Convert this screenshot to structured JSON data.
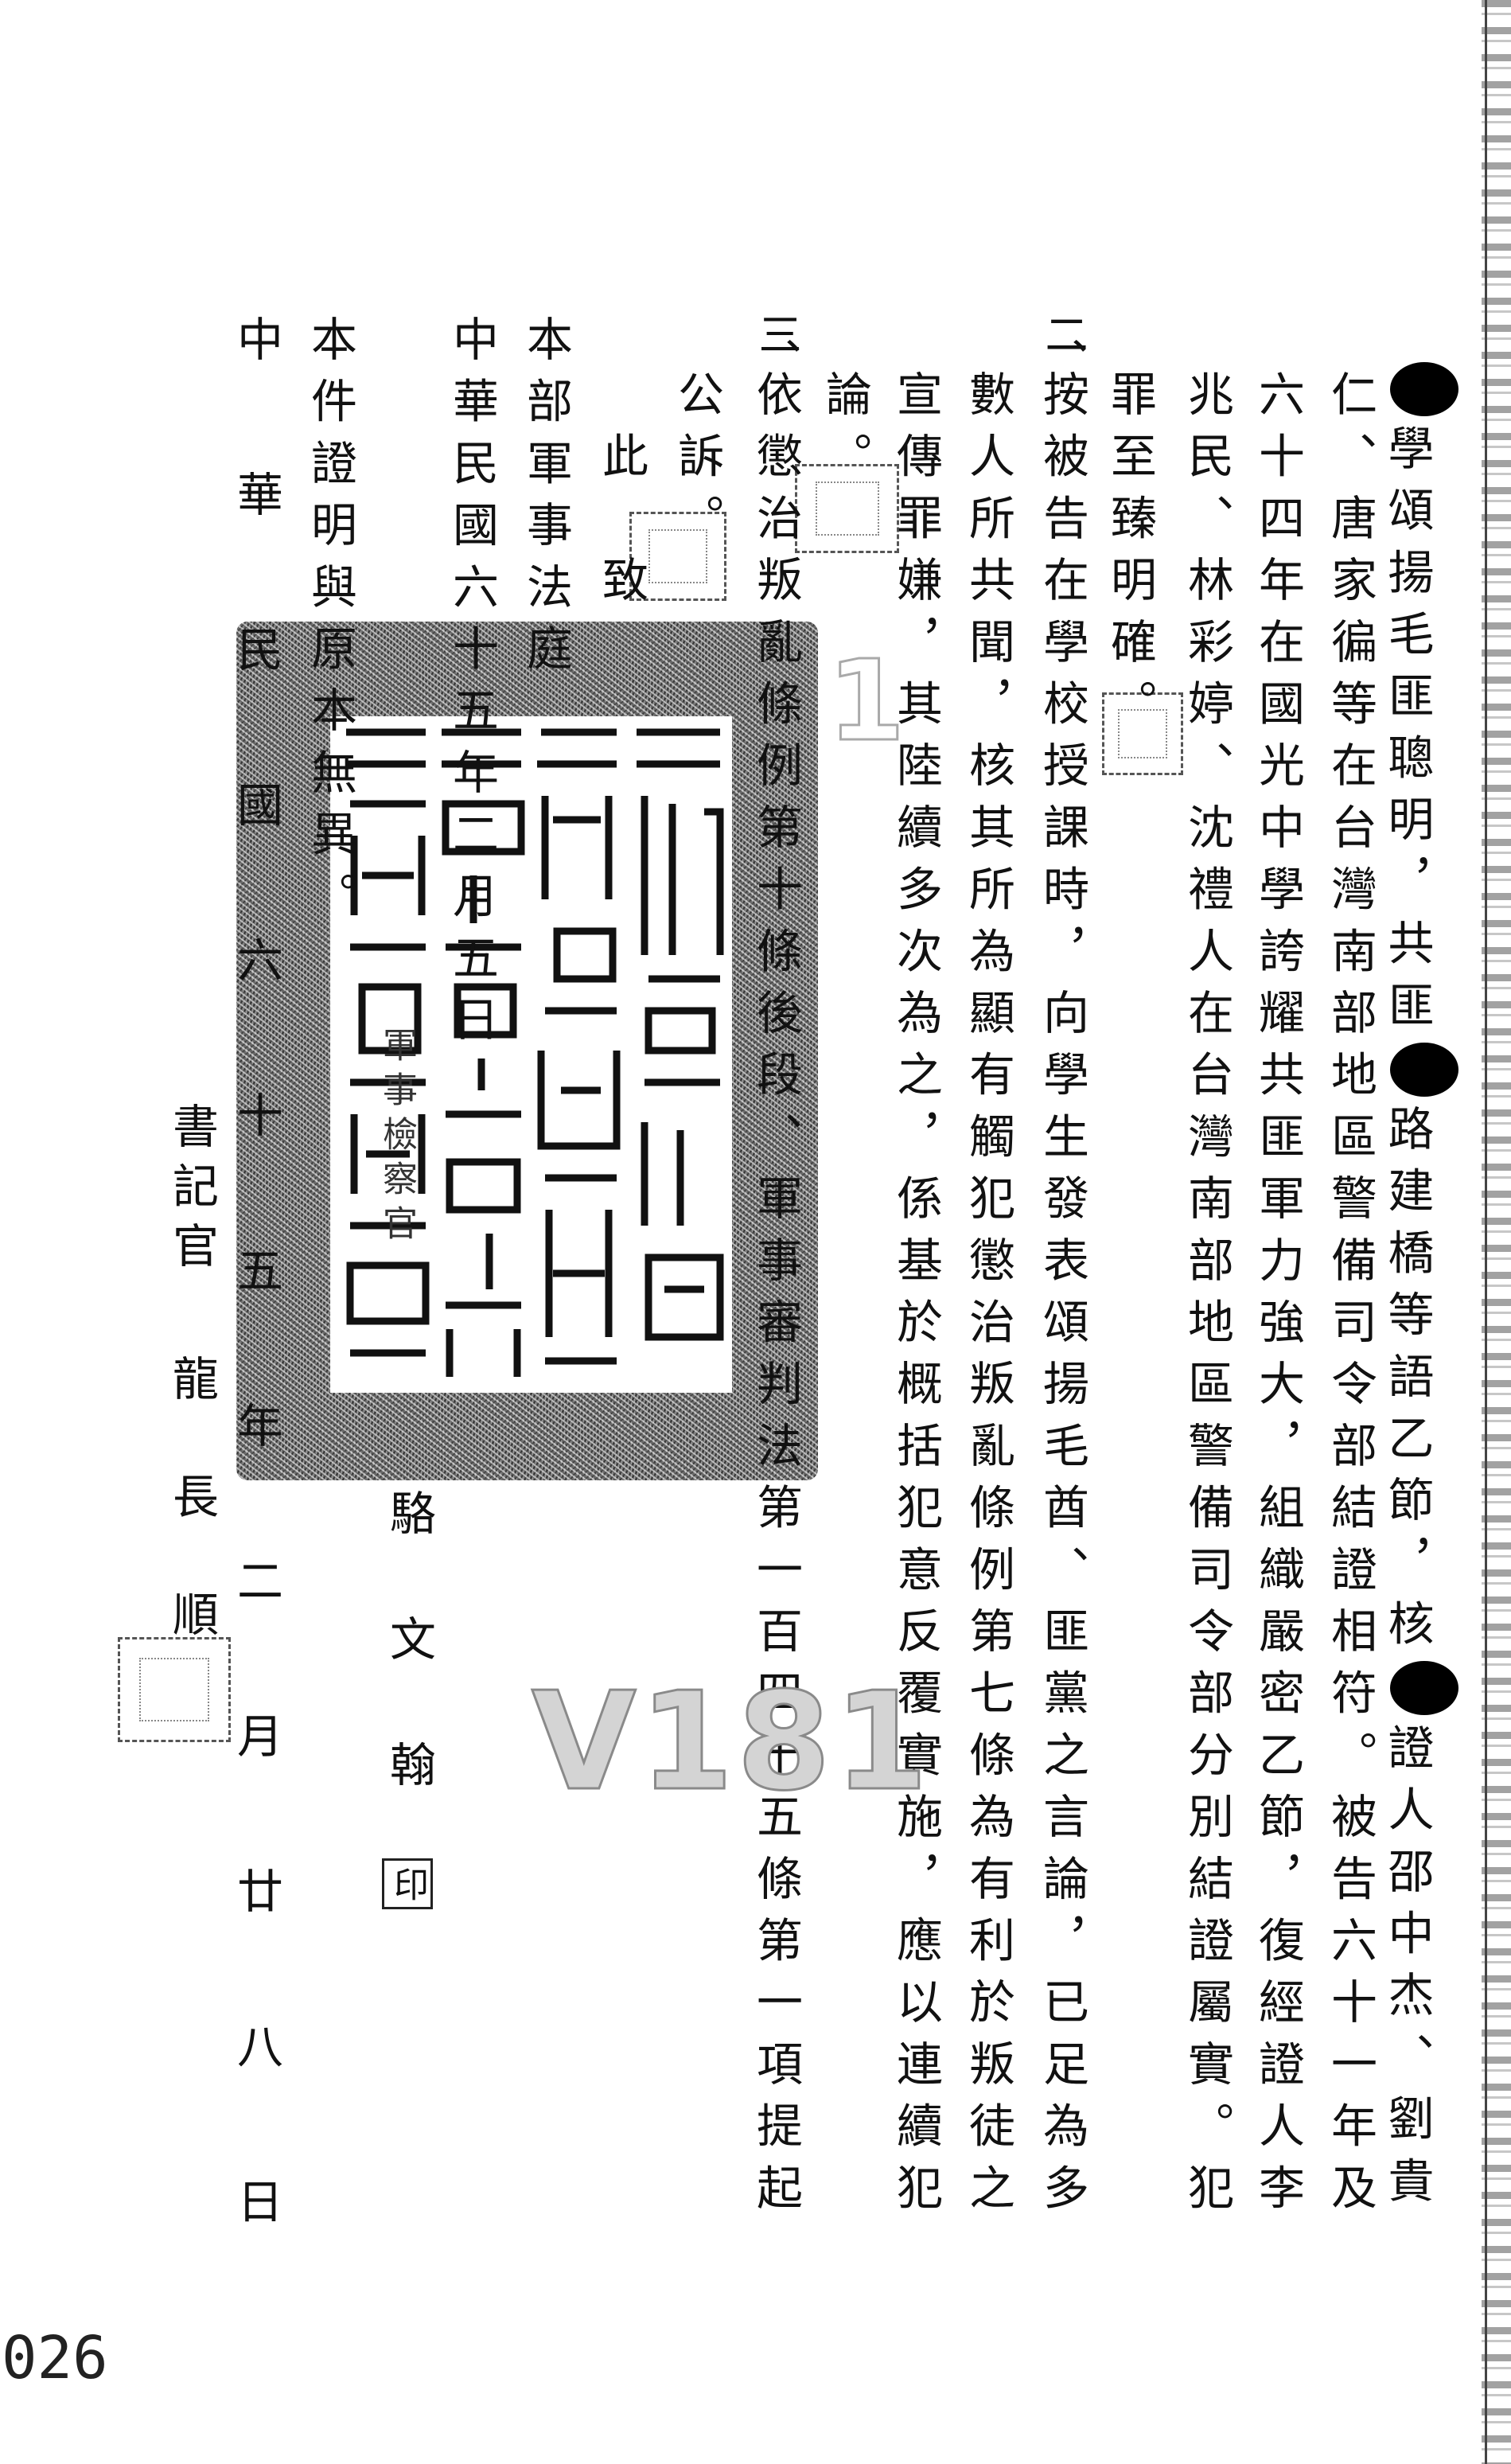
{
  "document": {
    "paragraph1": {
      "col1_segments": [
        "學頌揚毛匪聰明，共匪",
        "路建橋等語乙節，核",
        "證人邵中杰、劉貴"
      ],
      "col2": "仁、唐家徧等在台灣南部地區警備司令部結證相符。被告六十一年及",
      "col3": "六十四年在國光中學誇耀共匪軍力強大，組織嚴密乙節，復經證人李",
      "col4": "兆民、林彩婷、沈禮人在台灣南部地區警備司令部分別結證屬實。犯",
      "col5": "罪至臻明確。"
    },
    "paragraph2": {
      "label": "二、",
      "col1": "按被告在學校授課時，向學生發表頌揚毛酋、匪黨之言論，已足為多",
      "col2": "數人所共聞，核其所為顯有觸犯懲治叛亂條例第七條為有利於叛徒之",
      "col3": "宣傳罪嫌，其陸續多次為之，係基於概括犯意反覆實施，應以連續犯",
      "col4": "論。"
    },
    "paragraph3": {
      "label": "三、",
      "col1": "依懲治叛亂條例第十條後段、軍事審判法第一百四十五條第一項提起",
      "col2": "公訴。"
    },
    "closing": "　此　致",
    "addressee": "本部軍事法庭",
    "issue_date": "中華民國六十五年二月五日",
    "prosecutor_title": "軍事檢察官",
    "prosecutor_name": "駱文翰",
    "seal_mark": "印",
    "certification": "本件證明與原本無異。",
    "certification_date": "中華民國六十五年二月廿八日",
    "clerk_title": "書記官",
    "clerk_name": "龍長順",
    "page_number": "026",
    "watermark": "V181",
    "watermark_small": "1"
  }
}
